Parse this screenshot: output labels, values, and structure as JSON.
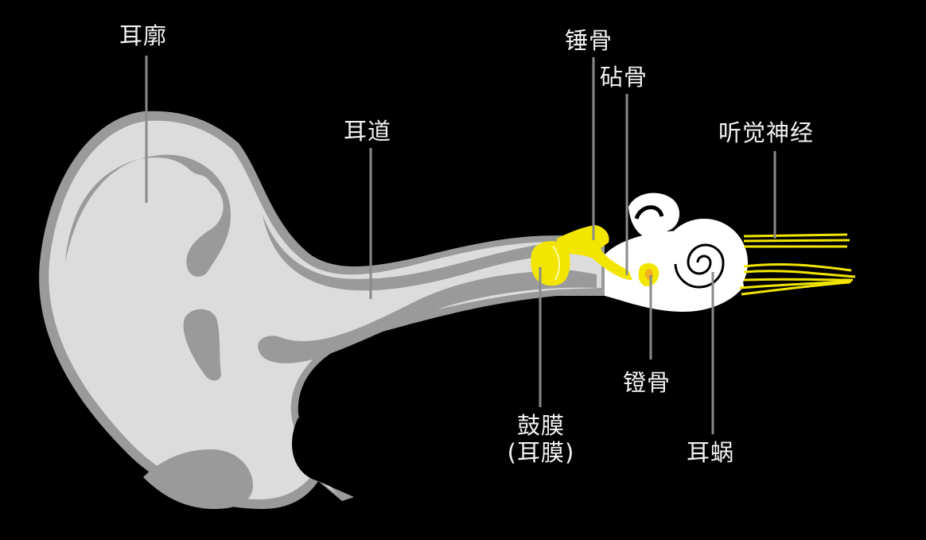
{
  "diagram": {
    "title": "",
    "type": "anatomy-ear-cross-section",
    "colors": {
      "background": "#000000",
      "skin_light": "#dcdcdc",
      "skin_shadow": "#9a9a9a",
      "ossicles": "#f2e600",
      "stapes_inner": "#f0b020",
      "inner_ear": "#ffffff",
      "nerve": "#f2e600",
      "leader_line": "#8a8a8a",
      "label_text": "#f2f2f2"
    },
    "labels": {
      "pinna": "耳廓",
      "ear_canal": "耳道",
      "malleus": "锤骨",
      "incus": "砧骨",
      "auditory_nerve": "听觉神经",
      "stapes": "镫骨",
      "eardrum_line1": "鼓膜",
      "eardrum_line2": "(耳膜)",
      "cochlea": "耳蜗"
    }
  }
}
